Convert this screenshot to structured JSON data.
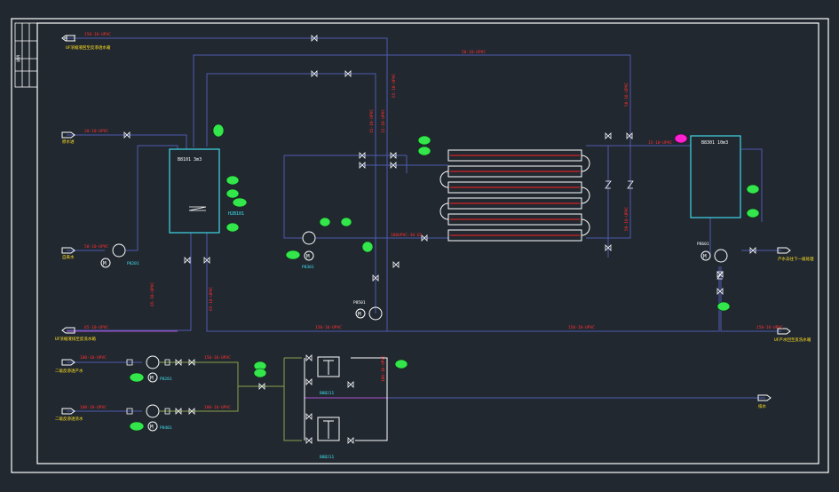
{
  "colors": {
    "background": "#212830",
    "frame": "#ffffff",
    "pipe": "#4e5ab0",
    "pipe_purple": "#b050d0",
    "pipe_green": "#8aa24a",
    "pipe_white": "#ffffff",
    "equipment": "#40d8e8",
    "instrument": "#33e64c",
    "line_label": "#ff3030",
    "stream_label": "#ffe020",
    "tag_label": "#40e0f0",
    "plate": "#ff2020",
    "alarm": "#ff20d0"
  },
  "tanks": {
    "tank1_label": "B8101 3m3",
    "tank2_label": "B8301 10m3",
    "heater_label": "H2B101"
  },
  "pumps": {
    "p_feed": "P8201",
    "p_recirc": "P8301",
    "p_mid": "P8501",
    "p_right": "P8601",
    "p_b1": "P8201",
    "p_b2": "P8401"
  },
  "filters": {
    "f1": "B8B211",
    "f2": "B8B211"
  },
  "lines": {
    "top_left": "150-10-UPVC",
    "top_right": "50-10-UPVC",
    "inlet1": "20-10-UPVC",
    "inlet2": "50-10-UPVC",
    "outlet_left": "65-10-UPVC",
    "vert1": "65-10-UPVC",
    "vert2": "65-10-UPVC",
    "vert_mid1": "15-10-UPVC",
    "vert_mid2": "15-10-UPVC",
    "bottom_mid": "150-10-UPVC",
    "bottom_right": "150-10-UPVC",
    "right_out": "150-10-UPVC",
    "right_v": "50-10-UPVC",
    "right_v2": "50-10-UPVC",
    "mem_in": "15-10-UPVC",
    "mem_v": "65-10-UPVC",
    "mem_mid": "100UPVC-30-ED",
    "bl1": "100-10-UPVC",
    "bl2": "150-10-UPVC",
    "bl3": "100-10-UPVC",
    "bl4": "100-10-UPVC",
    "bv": "100-10-UPVC"
  },
  "streams": {
    "s_top_left": "UF浓缩液回至反渗透水箱",
    "s_inlet1": "原水进",
    "s_inlet2": "自来水",
    "s_out_left": "UF浓缩液排至反洗水箱",
    "s_b1": "二级反渗透产水",
    "s_b2": "二级反渗透浓水",
    "s_right_mid": "产水去往下一级处理",
    "s_right_bot": "UF产水回至反洗水箱",
    "s_bot_right": "排水"
  },
  "title_block": {
    "text": "说明"
  }
}
